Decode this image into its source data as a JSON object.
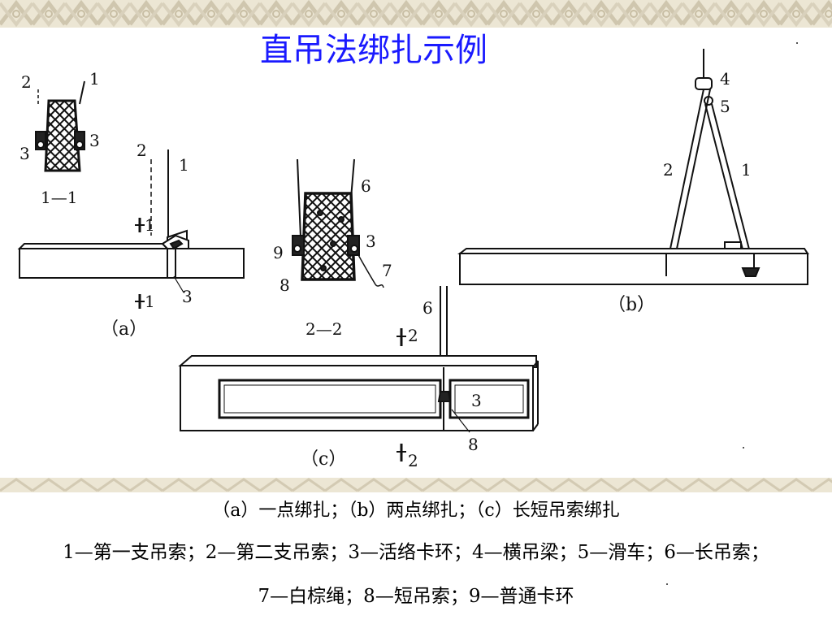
{
  "title": "直吊法绑扎示例",
  "legend": {
    "line1": "（a）一点绑扎；（b）两点绑扎；（c）长短吊索绑扎",
    "line2": "1—第一支吊索；2—第二支吊索；3—活络卡环；4—横吊梁；5—滑车；6—长吊索；",
    "line3": "7—白棕绳；8—短吊索；9—普通卡环"
  },
  "diagram": {
    "section_1_1": {
      "caption": "1—1",
      "labels": [
        "2",
        "1",
        "3",
        "3"
      ]
    },
    "view_a": {
      "caption": "（a）",
      "labels": [
        "2",
        "1",
        "1",
        "1",
        "3"
      ]
    },
    "section_2_2": {
      "caption": "2—2",
      "labels": [
        "6",
        "9",
        "3",
        "8",
        "7"
      ]
    },
    "view_b": {
      "caption": "（b）",
      "labels": [
        "4",
        "5",
        "2",
        "1"
      ]
    },
    "view_c": {
      "caption": "（c）",
      "labels": [
        "6",
        "2",
        "3",
        "8",
        "2"
      ]
    }
  },
  "colors": {
    "title": "#1a1aff",
    "ink": "#111111",
    "band": "#eae4d2"
  }
}
